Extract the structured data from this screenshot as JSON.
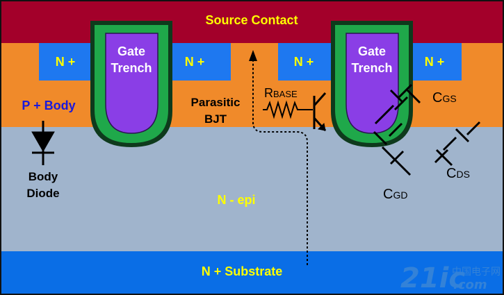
{
  "labels": {
    "source_contact": "Source Contact",
    "n_plus": "N +",
    "gate_line1": "Gate",
    "gate_line2": "Trench",
    "p_body": "P + Body",
    "parasitic_line1": "Parasitic",
    "parasitic_line2": "BJT",
    "rbase_main": "R",
    "rbase_sub": "BASE",
    "cgs_main": "C",
    "cgs_sub": "GS",
    "cds_main": "C",
    "cds_sub": "DS",
    "cgd_main": "C",
    "cgd_sub": "GD",
    "body_diode_line1": "Body",
    "body_diode_line2": "Diode",
    "n_epi": "N - epi",
    "n_substrate": "N + Substrate",
    "watermark_main": "21ic",
    "watermark_cn": "中国电子网",
    "watermark_com": ".com"
  },
  "colors": {
    "source_contact": "#a3002a",
    "p_body": "#f08a2a",
    "n_plus": "#1e78f0",
    "n_epi": "#a0b4cc",
    "n_substrate": "#0a6ee6",
    "gate_oxide": "#1fa84a",
    "gate_poly": "#8a3ee6",
    "yellow_text": "#ffff00",
    "blue_text": "#1a1adc"
  }
}
